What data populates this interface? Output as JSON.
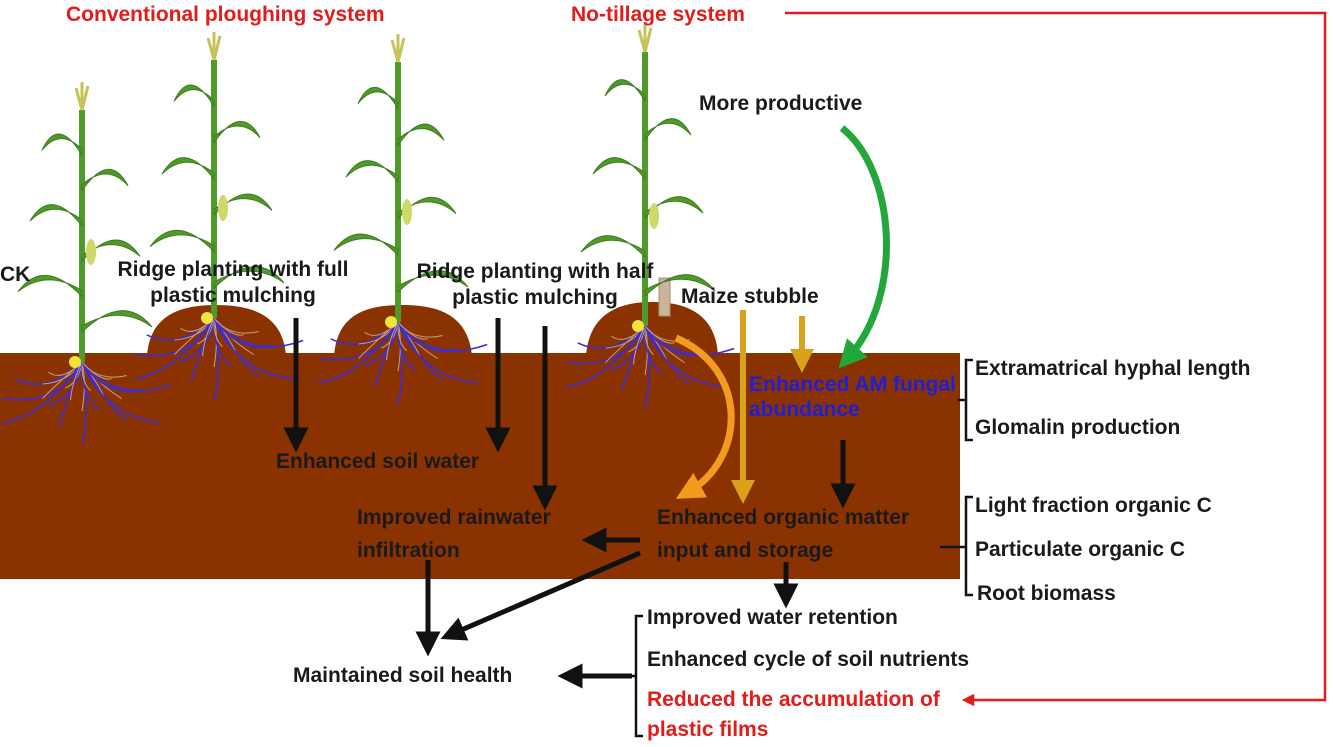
{
  "headers": {
    "conventional": "Conventional ploughing system",
    "no_tillage": "No-tillage system"
  },
  "labels": {
    "ck": "CK",
    "ridge_full": "Ridge planting with full plastic mulching",
    "ridge_half": "Ridge planting with half plastic mulching",
    "maize_stubble": "Maize stubble",
    "more_productive": "More productive",
    "am_fungal": "Enhanced AM fungal abundance",
    "enhanced_soil_water": "Enhanced soil water",
    "improved_rainwater": "Improved rainwater infiltration",
    "organic_matter": "Enhanced organic matter input and storage",
    "maintained_soil_health": "Maintained soil health"
  },
  "am_indicators": [
    "Extramatrical hyphal length",
    "Glomalin production"
  ],
  "organic_indicators": [
    "Light fraction organic C",
    "Particulate organic C",
    "Root biomass"
  ],
  "outcomes": {
    "water_retention": "Improved water retention",
    "nutrient_cycle": "Enhanced cycle of soil nutrients",
    "reduced_plastic": "Reduced the accumulation of plastic films"
  },
  "colors": {
    "soil": "#8b3300",
    "root": "#3b2bd8",
    "red": "#e31b1b",
    "green_arrow": "#22a83a",
    "orange_arrow": "#f39b1e",
    "gold_arrow": "#d9a21b",
    "leaf": "#4f9a2b"
  }
}
